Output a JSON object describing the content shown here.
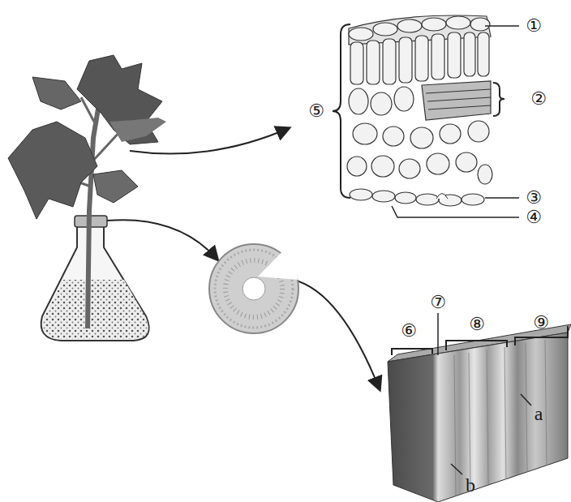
{
  "diagram": {
    "labels": [
      "①",
      "②",
      "③",
      "④",
      "⑤",
      "⑥",
      "⑦",
      "⑧",
      "⑨",
      "a",
      "b"
    ]
  }
}
